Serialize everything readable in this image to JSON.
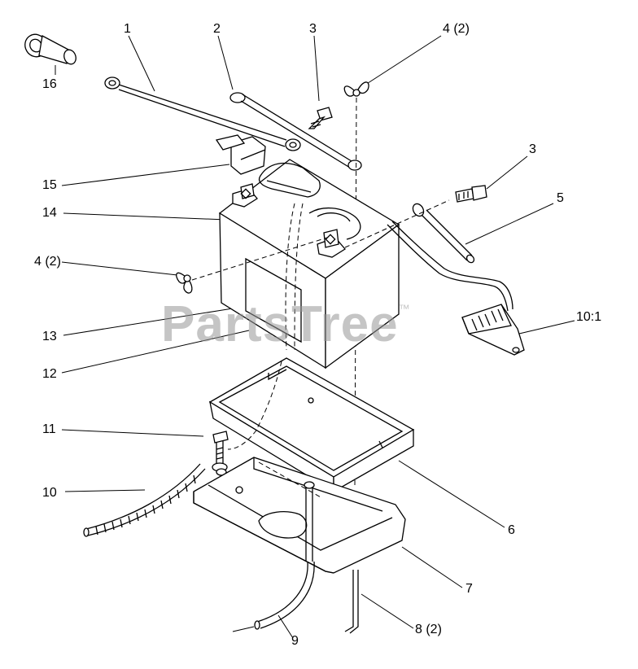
{
  "watermark": {
    "text": "PartsTree",
    "mark": "™"
  },
  "callouts": [
    {
      "id": "1",
      "text": "1"
    },
    {
      "id": "2",
      "text": "2"
    },
    {
      "id": "3a",
      "text": "3"
    },
    {
      "id": "4a",
      "text": "4 (2)"
    },
    {
      "id": "16",
      "text": "16"
    },
    {
      "id": "3b",
      "text": "3"
    },
    {
      "id": "15",
      "text": "15"
    },
    {
      "id": "5",
      "text": "5"
    },
    {
      "id": "14",
      "text": "14"
    },
    {
      "id": "4b",
      "text": "4 (2)"
    },
    {
      "id": "10_1",
      "text": "10:1"
    },
    {
      "id": "13",
      "text": "13"
    },
    {
      "id": "12",
      "text": "12"
    },
    {
      "id": "11",
      "text": "11"
    },
    {
      "id": "10",
      "text": "10"
    },
    {
      "id": "6",
      "text": "6"
    },
    {
      "id": "7",
      "text": "7"
    },
    {
      "id": "8",
      "text": "8 (2)"
    },
    {
      "id": "9",
      "text": "9"
    }
  ]
}
